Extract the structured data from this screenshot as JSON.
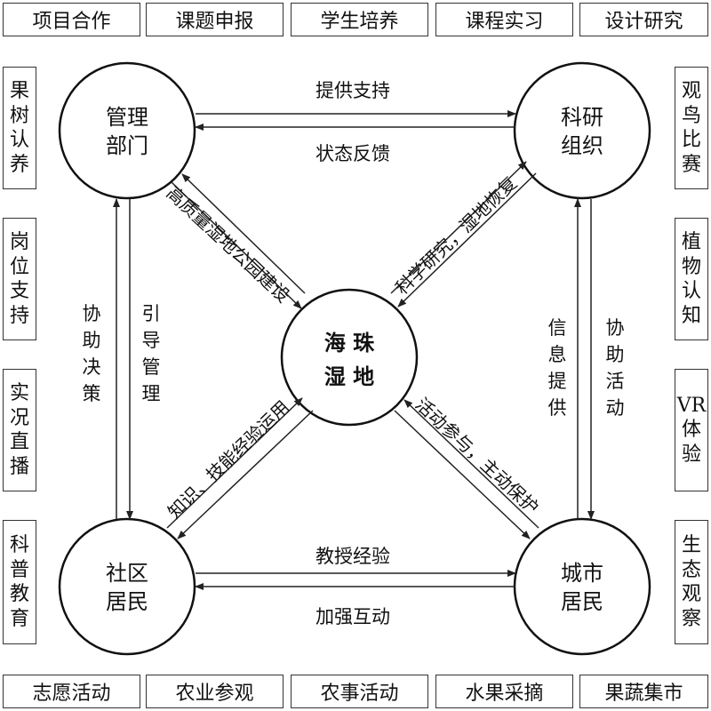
{
  "top_boxes": [
    "项目合作",
    "课题申报",
    "学生培养",
    "课程实习",
    "设计研究"
  ],
  "bottom_boxes": [
    "志愿活动",
    "农业参观",
    "农事活动",
    "水果采摘",
    "果蔬集市"
  ],
  "left_boxes": [
    "果树认养",
    "岗位支持",
    "实况直播",
    "科普教育"
  ],
  "right_boxes": [
    "观鸟比赛",
    "植物认知",
    "VR体验",
    "生态观察"
  ],
  "nodes": {
    "management": [
      "管理",
      "部门"
    ],
    "research": [
      "科研",
      "组织"
    ],
    "center": [
      "海 珠",
      "湿 地"
    ],
    "community": [
      "社区",
      "居民"
    ],
    "urban": [
      "城市",
      "居民"
    ]
  },
  "edges": {
    "top_forward": "提供支持",
    "top_back": "状态反馈",
    "bottom_forward": "教授经验",
    "bottom_back": "加强互动",
    "left_up": "协助决策",
    "left_down": "引导管理",
    "right_left": "信息提供",
    "right_right": "协助活动",
    "diag_tl": "高质量湿地公园建设",
    "diag_tr": "科学研究，湿地恢复",
    "diag_bl": "知识、技能经验运用",
    "diag_br": "活动参与，主动保护"
  }
}
